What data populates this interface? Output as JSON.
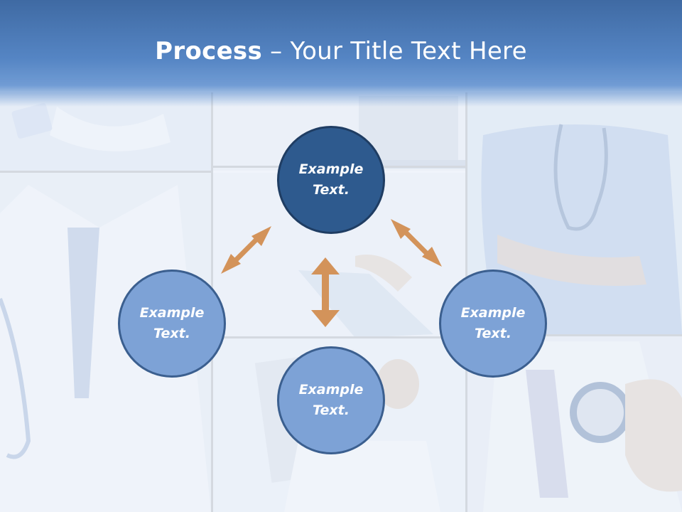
{
  "header": {
    "title_bold": "Process",
    "title_rest": " – Your Title Text Here"
  },
  "diagram": {
    "nodes": [
      {
        "id": "top",
        "line1": "Example",
        "line2": "Text."
      },
      {
        "id": "left",
        "line1": "Example",
        "line2": "Text."
      },
      {
        "id": "right",
        "line1": "Example",
        "line2": "Text."
      },
      {
        "id": "bottom",
        "line1": "Example",
        "line2": "Text."
      }
    ]
  },
  "colors": {
    "header": "#4f7fbe",
    "center_node": "#2e5a8e",
    "outer_node": "#7da2d6",
    "arrow": "#d3935a"
  }
}
